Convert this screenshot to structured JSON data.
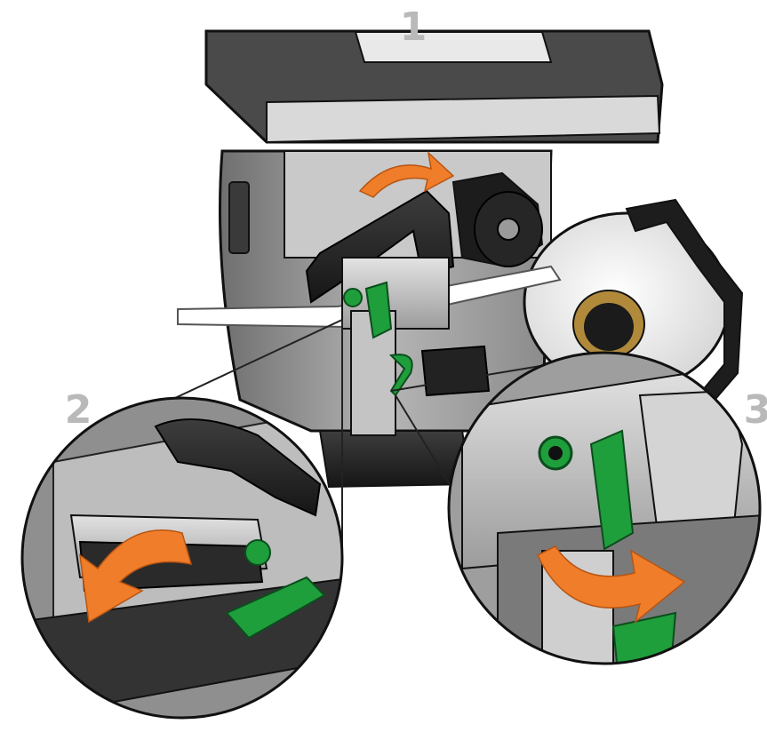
{
  "steps": [
    {
      "number": "1"
    },
    {
      "number": "2"
    },
    {
      "number": "3"
    }
  ],
  "colors": {
    "step_number": "#b9b9b9",
    "arrow": "#f07d2a",
    "latch_green": "#1f9e3c",
    "body_gray": "#9a9a9a",
    "dark_part": "#2a2a2a",
    "outline": "#111111"
  },
  "icons": {
    "rotate_arrow": "curved-arrow-icon",
    "latch": "green-latch-icon"
  }
}
